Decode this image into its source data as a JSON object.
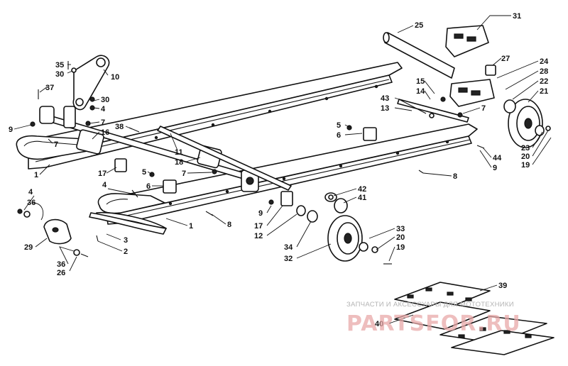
{
  "diagram": {
    "callouts": [
      {
        "id": "c35",
        "text": "35"
      },
      {
        "id": "c30a",
        "text": "30"
      },
      {
        "id": "c10",
        "text": "10"
      },
      {
        "id": "c37",
        "text": "37"
      },
      {
        "id": "c30b",
        "text": "30"
      },
      {
        "id": "c4a",
        "text": "4"
      },
      {
        "id": "c7a",
        "text": "7"
      },
      {
        "id": "c16",
        "text": "16"
      },
      {
        "id": "c9a",
        "text": "9"
      },
      {
        "id": "c7b",
        "text": "7"
      },
      {
        "id": "c38",
        "text": "38"
      },
      {
        "id": "c11",
        "text": "11"
      },
      {
        "id": "c18",
        "text": "18"
      },
      {
        "id": "c17a",
        "text": "17"
      },
      {
        "id": "c1a",
        "text": "1"
      },
      {
        "id": "c5a",
        "text": "5"
      },
      {
        "id": "c6a",
        "text": "6"
      },
      {
        "id": "c7c",
        "text": "7"
      },
      {
        "id": "c4b",
        "text": "4"
      },
      {
        "id": "c36a",
        "text": "36"
      },
      {
        "id": "c4c",
        "text": "4"
      },
      {
        "id": "c3",
        "text": "3"
      },
      {
        "id": "c2",
        "text": "2"
      },
      {
        "id": "c1b",
        "text": "1"
      },
      {
        "id": "c8a",
        "text": "8"
      },
      {
        "id": "c29",
        "text": "29"
      },
      {
        "id": "c36b",
        "text": "36"
      },
      {
        "id": "c26",
        "text": "26"
      },
      {
        "id": "c25",
        "text": "25"
      },
      {
        "id": "c31",
        "text": "31"
      },
      {
        "id": "c27",
        "text": "27"
      },
      {
        "id": "c24",
        "text": "24"
      },
      {
        "id": "c28",
        "text": "28"
      },
      {
        "id": "c22",
        "text": "22"
      },
      {
        "id": "c21",
        "text": "21"
      },
      {
        "id": "c15",
        "text": "15"
      },
      {
        "id": "c14",
        "text": "14"
      },
      {
        "id": "c43",
        "text": "43"
      },
      {
        "id": "c13",
        "text": "13"
      },
      {
        "id": "c7d",
        "text": "7"
      },
      {
        "id": "c5b",
        "text": "5"
      },
      {
        "id": "c6b",
        "text": "6"
      },
      {
        "id": "c23",
        "text": "23"
      },
      {
        "id": "c20a",
        "text": "20"
      },
      {
        "id": "c19a",
        "text": "19"
      },
      {
        "id": "c44",
        "text": "44"
      },
      {
        "id": "c9b",
        "text": "9"
      },
      {
        "id": "c8b",
        "text": "8"
      },
      {
        "id": "c42",
        "text": "42"
      },
      {
        "id": "c41",
        "text": "41"
      },
      {
        "id": "c9c",
        "text": "9"
      },
      {
        "id": "c17b",
        "text": "17"
      },
      {
        "id": "c12",
        "text": "12"
      },
      {
        "id": "c33",
        "text": "33"
      },
      {
        "id": "c20b",
        "text": "20"
      },
      {
        "id": "c19b",
        "text": "19"
      },
      {
        "id": "c34",
        "text": "34"
      },
      {
        "id": "c32",
        "text": "32"
      },
      {
        "id": "c39",
        "text": "39"
      },
      {
        "id": "c40",
        "text": "40"
      }
    ]
  },
  "watermark": {
    "caption": "ЗАПЧАСТИ И АКСЕССУАРЫ ДЛЯ МОТОТЕХНИКИ",
    "brand": "PARTSFOR.RU"
  }
}
